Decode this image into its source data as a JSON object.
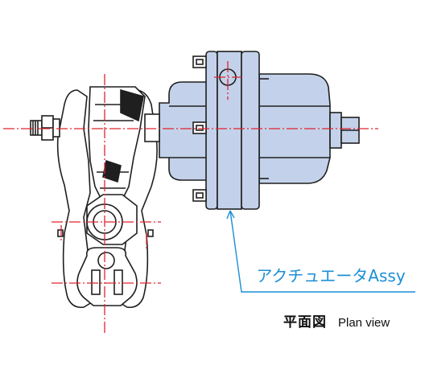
{
  "colors": {
    "outline": "#1f1f1f",
    "actuator_fill": "#c3d2ea",
    "centerline": "#e0242f",
    "callout": "#1a8fd6"
  },
  "callout": {
    "label": "アクチュエータAssy"
  },
  "caption": {
    "ja": "平面図",
    "en": "Plan view"
  }
}
